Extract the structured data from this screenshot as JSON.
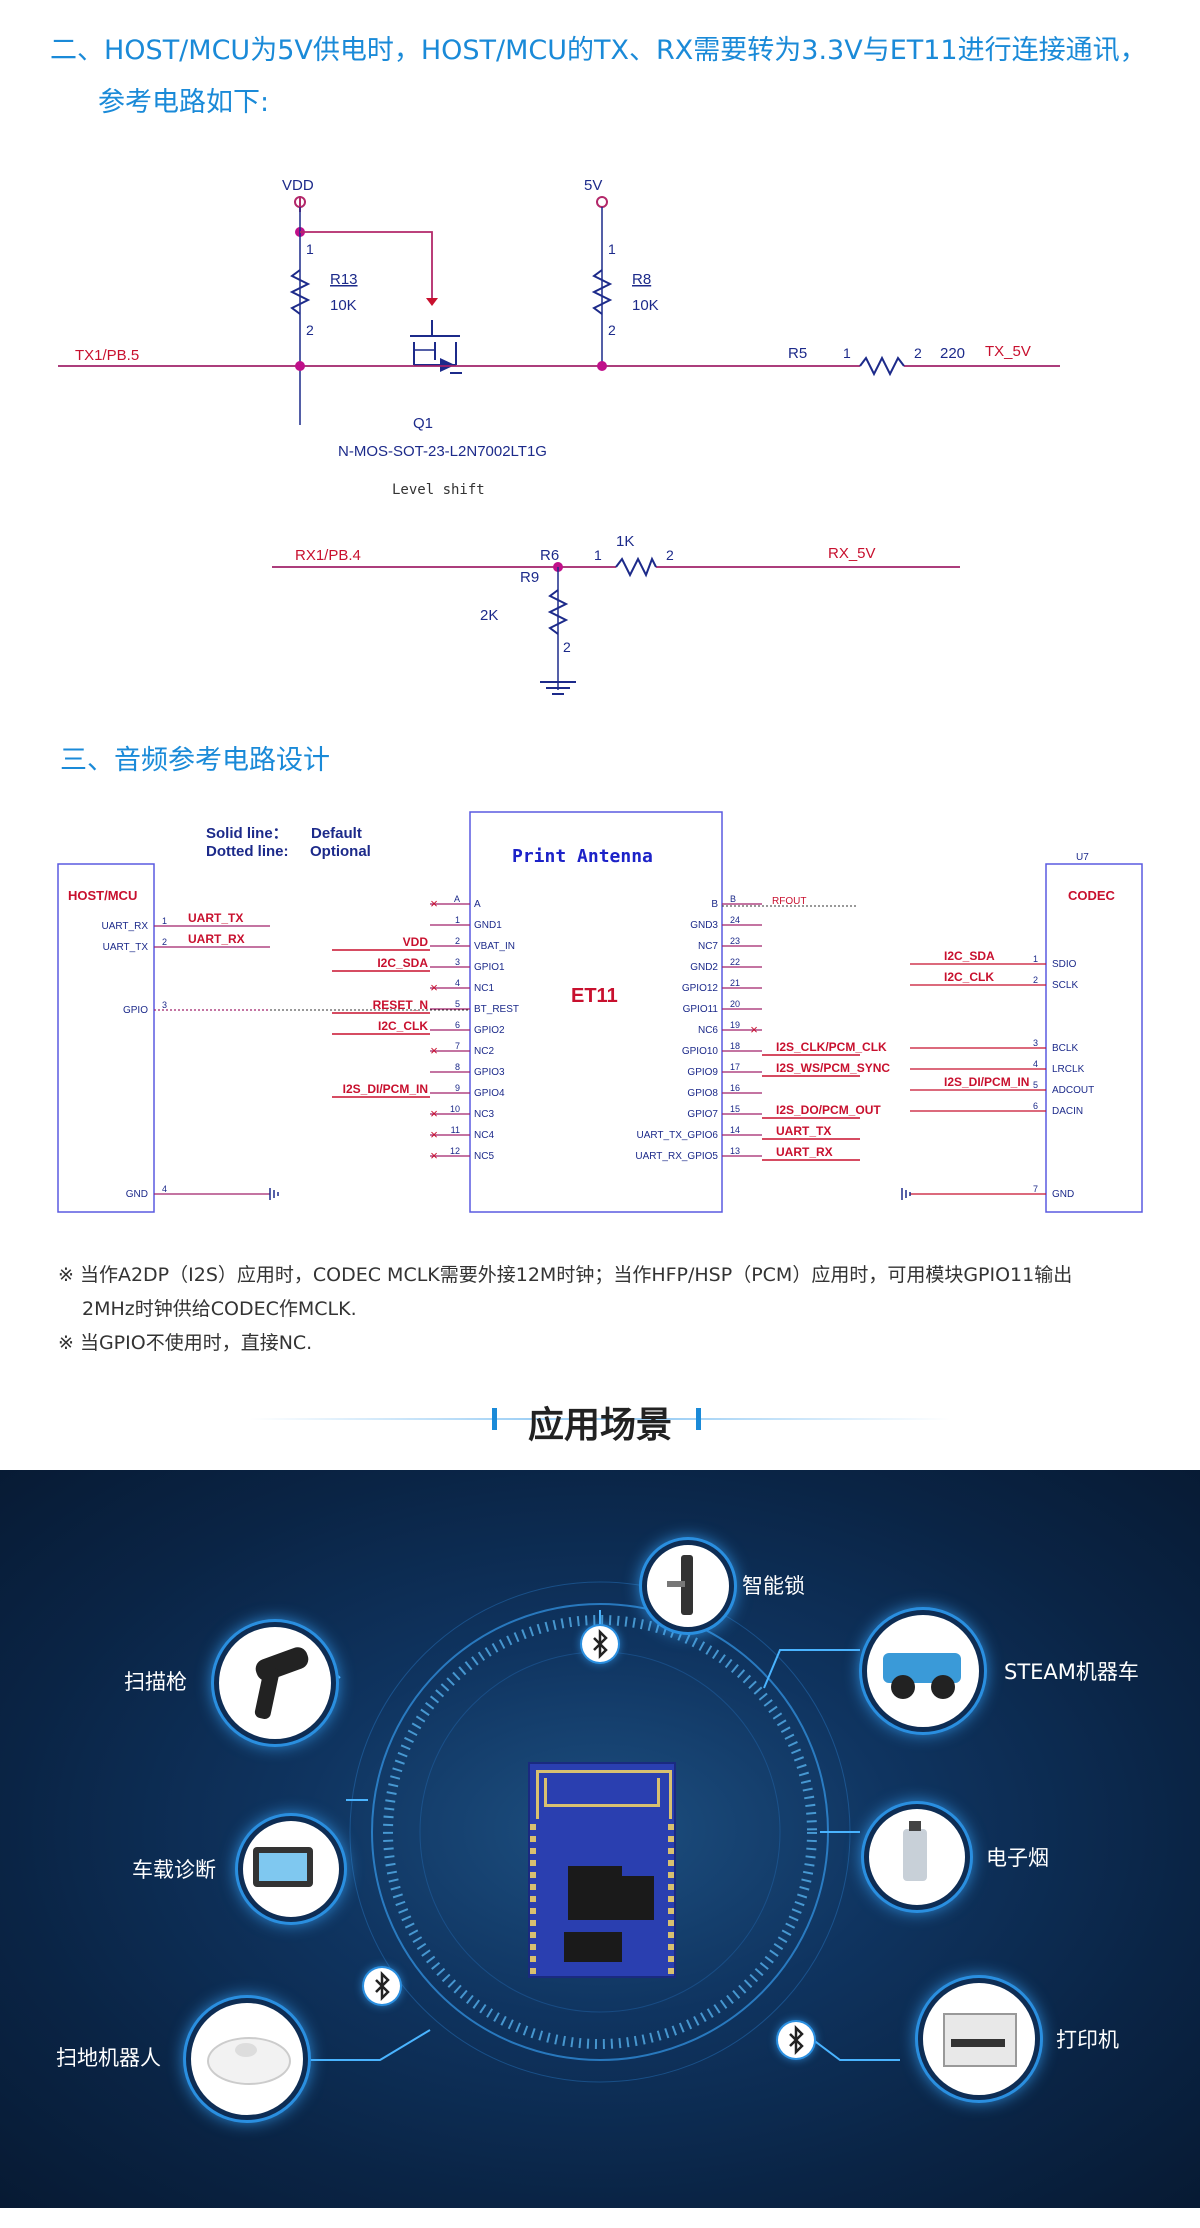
{
  "section2": {
    "line1": "二、HOST/MCU为5V供电时，HOST/MCU的TX、RX需要转为3.3V与ET11进行连接通讯，",
    "line2": "参考电路如下:"
  },
  "circuit1": {
    "vdd": "VDD",
    "v5": "5V",
    "r13": "R13",
    "r13v": "10K",
    "r8": "R8",
    "r8v": "10K",
    "pin1": "1",
    "pin2": "2",
    "tx_net": "TX1/PB.5",
    "r5": "R5",
    "r5v": "220",
    "tx5v": "TX_5V",
    "q1": "Q1",
    "q1part": "N-MOS-SOT-23-L2N7002LT1G",
    "level": "Level shift",
    "rx_net": "RX1/PB.4",
    "r6": "R6",
    "r6v": "1K",
    "r9": "R9",
    "r9v": "2K",
    "rx5v": "RX_5V"
  },
  "section3": {
    "title": "三、音频参考电路设计"
  },
  "circuit2": {
    "solid_label": "Solid line：",
    "solid_val": "Default",
    "dotted_label": "Dotted line:",
    "dotted_val": "Optional",
    "print_antenna": "Print Antenna",
    "et11": "ET11",
    "host": "HOST/MCU",
    "codec": "CODEC",
    "u7": "U7",
    "rfout": "RFOUT",
    "host_pins": [
      {
        "name": "UART_RX",
        "num": "1"
      },
      {
        "name": "UART_TX",
        "num": "2"
      },
      {
        "name": "GPIO",
        "num": "3"
      },
      {
        "name": "GND",
        "num": "4"
      }
    ],
    "left_pins": [
      {
        "num": "A",
        "name": "A",
        "net": ""
      },
      {
        "num": "1",
        "name": "GND1",
        "net": ""
      },
      {
        "num": "2",
        "name": "VBAT_IN",
        "net": "VDD"
      },
      {
        "num": "3",
        "name": "GPIO1",
        "net": "I2C_SDA"
      },
      {
        "num": "4",
        "name": "NC1",
        "net": ""
      },
      {
        "num": "5",
        "name": "BT_REST",
        "net": "RESET_N"
      },
      {
        "num": "6",
        "name": "GPIO2",
        "net": "I2C_CLK"
      },
      {
        "num": "7",
        "name": "NC2",
        "net": ""
      },
      {
        "num": "8",
        "name": "GPIO3",
        "net": ""
      },
      {
        "num": "9",
        "name": "GPIO4",
        "net": "I2S_DI/PCM_IN"
      },
      {
        "num": "10",
        "name": "NC3",
        "net": ""
      },
      {
        "num": "11",
        "name": "NC4",
        "net": ""
      },
      {
        "num": "12",
        "name": "NC5",
        "net": ""
      }
    ],
    "right_pins": [
      {
        "num": "B",
        "name": "B",
        "net": ""
      },
      {
        "num": "24",
        "name": "GND3",
        "net": ""
      },
      {
        "num": "23",
        "name": "NC7",
        "net": ""
      },
      {
        "num": "22",
        "name": "GND2",
        "net": ""
      },
      {
        "num": "21",
        "name": "GPIO12",
        "net": ""
      },
      {
        "num": "20",
        "name": "GPIO11",
        "net": ""
      },
      {
        "num": "19",
        "name": "NC6",
        "net": ""
      },
      {
        "num": "18",
        "name": "GPIO10",
        "net": "I2S_CLK/PCM_CLK"
      },
      {
        "num": "17",
        "name": "GPIO9",
        "net": "I2S_WS/PCM_SYNC"
      },
      {
        "num": "16",
        "name": "GPIO8",
        "net": ""
      },
      {
        "num": "15",
        "name": "GPIO7",
        "net": "I2S_DO/PCM_OUT"
      },
      {
        "num": "14",
        "name": "UART_TX_GPIO6",
        "net": "UART_TX"
      },
      {
        "num": "13",
        "name": "UART_RX_GPIO5",
        "net": "UART_RX"
      }
    ],
    "codec_pins": [
      {
        "num": "1",
        "name": "SDIO",
        "net": "I2C_SDA"
      },
      {
        "num": "2",
        "name": "SCLK",
        "net": "I2C_CLK"
      },
      {
        "num": "3",
        "name": "BCLK",
        "net": ""
      },
      {
        "num": "4",
        "name": "LRCLK",
        "net": ""
      },
      {
        "num": "5",
        "name": "ADCOUT",
        "net": "I2S_DI/PCM_IN"
      },
      {
        "num": "6",
        "name": "DACIN",
        "net": ""
      },
      {
        "num": "7",
        "name": "GND",
        "net": ""
      }
    ],
    "host_uart_tx": "UART_TX",
    "host_uart_rx": "UART_RX"
  },
  "notes": {
    "n1a": "※ 当作A2DP（I2S）应用时，CODEC MCLK需要外接12M时钟；当作HFP/HSP（PCM）应用时，可用模块GPIO11输出",
    "n1b": "2MHz时钟供给CODEC作MCLK.",
    "n2": "※ 当GPIO不使用时，直接NC."
  },
  "scenes": {
    "title": "应用场景",
    "items": [
      {
        "label": "智能锁",
        "icon": "smart-lock-icon"
      },
      {
        "label": "扫描枪",
        "icon": "barcode-scanner-icon"
      },
      {
        "label": "STEAM机器车",
        "icon": "robot-car-icon"
      },
      {
        "label": "车载诊断",
        "icon": "car-diagnostic-icon"
      },
      {
        "label": "电子烟",
        "icon": "e-cigarette-icon"
      },
      {
        "label": "扫地机器人",
        "icon": "robot-vacuum-icon"
      },
      {
        "label": "打印机",
        "icon": "printer-icon"
      }
    ]
  },
  "colors": {
    "accent": "#1a8ad8",
    "net": "#c8102e",
    "wire": "#a0226a",
    "box": "#3a3ad8",
    "scene_bg": "#0f3460"
  }
}
